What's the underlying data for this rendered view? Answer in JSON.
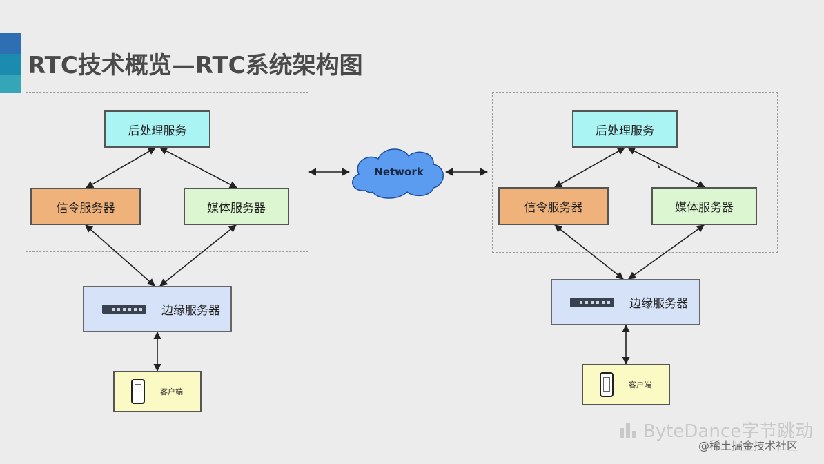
{
  "title": "RTC技术概览—RTC系统架构图",
  "network": "Network",
  "left": {
    "post_service": "后处理服务",
    "signal_server": "信令服务器",
    "media_server": "媒体服务器",
    "edge_server": "边缘服务器",
    "client": "客户端"
  },
  "right": {
    "post_service": "后处理服务",
    "signal_server": "信令服务器",
    "media_server": "媒体服务器",
    "edge_server": "边缘服务器",
    "client": "客户端"
  },
  "watermark": "ByteDance字节跳动",
  "site_credit": "@稀土掘金技术社区",
  "colors": {
    "post_service": "#aaf4f4",
    "signal_server": "#efb27a",
    "media_server": "#dcf6d2",
    "edge_server": "#d6e2f7",
    "client": "#fcfac4",
    "cloud": "#5b9bf0"
  },
  "icons": [
    "network-switch-icon",
    "smartphone-icon",
    "cloud-icon",
    "bytedance-logo-icon"
  ]
}
